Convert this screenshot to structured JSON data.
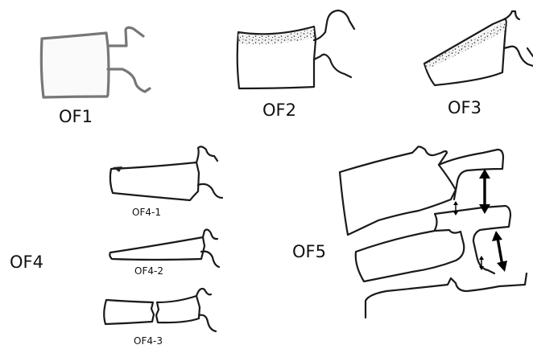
{
  "labels": {
    "of1": "OF1",
    "of2": "OF2",
    "of3": "OF3",
    "of4": "OF4",
    "of4_1": "OF4-1",
    "of4_2": "OF4-2",
    "of4_3": "OF4-3",
    "of5": "OF5"
  }
}
